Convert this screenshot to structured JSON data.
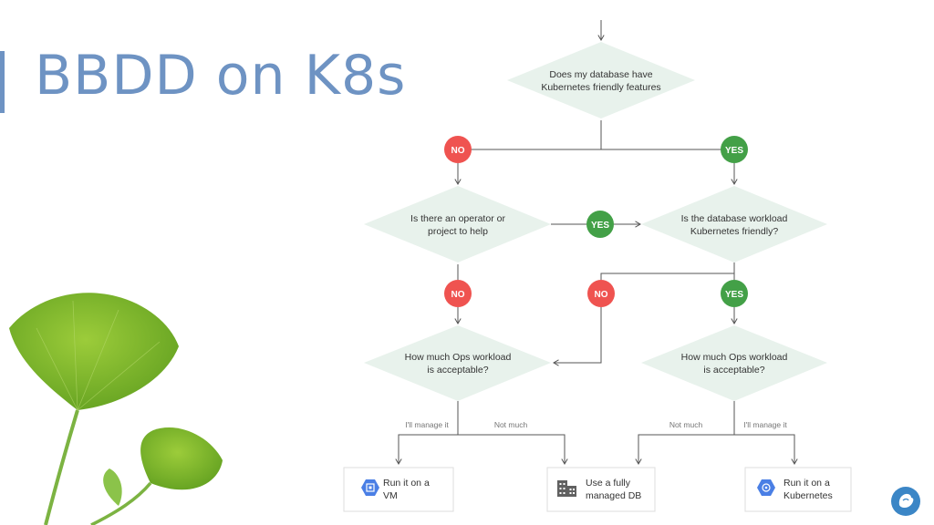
{
  "slide": {
    "title": "BBDD on K8s"
  },
  "colors": {
    "accent": "#6e93c3",
    "decision_fill": "#e8f2ec",
    "yes": "#43a047",
    "no": "#ef5350",
    "line": "#555555",
    "result_border": "#dddddd",
    "icon_blue": "#4a7fe5",
    "logo": "#3b86c6"
  },
  "diagram": {
    "decisions": {
      "q1": {
        "line1": "Does my database have",
        "line2": "Kubernetes friendly features"
      },
      "q2": {
        "line1": "Is there an operator or",
        "line2": "project to help"
      },
      "q3": {
        "line1": "Is the database workload",
        "line2": "Kubernetes friendly?"
      },
      "q4": {
        "line1": "How much Ops workload",
        "line2": "is acceptable?"
      },
      "q5": {
        "line1": "How much Ops workload",
        "line2": "is acceptable?"
      }
    },
    "answers": {
      "no": "NO",
      "yes": "YES"
    },
    "edge_labels": {
      "manage_left": "I'll manage it",
      "notmuch_left": "Not much",
      "notmuch_right": "Not much",
      "manage_right": "I'll manage it"
    },
    "results": {
      "vm": {
        "line1": "Run it on a",
        "line2": "VM",
        "icon": "compute-engine-icon"
      },
      "managed": {
        "line1": "Use a fully",
        "line2": "managed DB",
        "icon": "building-icon"
      },
      "k8s": {
        "line1": "Run it on a",
        "line2": "Kubernetes",
        "icon": "kubernetes-engine-icon"
      }
    }
  }
}
